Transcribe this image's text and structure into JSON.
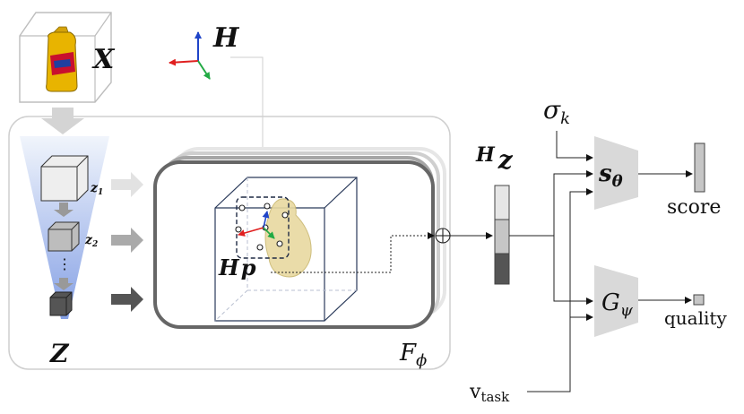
{
  "labels": {
    "x": "X",
    "h": "H",
    "z_big": "Z",
    "z1": "z",
    "z1_sub": "1",
    "z2": "z",
    "z2_sub": "2",
    "z_dots": "⋮",
    "hp_h": "H",
    "hp_p": "p",
    "f_phi": "F",
    "f_phi_sub": "ϕ",
    "hz_h": "H",
    "hz_z": "z",
    "sigma": "σ",
    "sigma_sub": "k",
    "s_theta": "s",
    "s_theta_sub": "θ",
    "g_psi": "G",
    "g_psi_sub": "ψ",
    "score": "score",
    "quality": "quality",
    "v_task": "v",
    "v_task_sub": "task",
    "circle_plus": "⊕"
  },
  "colors": {
    "ink": "#111111",
    "panel_border": "#cfcfcf",
    "block_gray": "#d9d9d9",
    "arrow_gray": "#bdbdbd",
    "axis_red": "#e02020",
    "axis_green": "#22aa44",
    "axis_blue": "#1f44c8",
    "object_yellow": "#e8d9a0"
  },
  "icons": {
    "mustard": "mustard-bottle-icon",
    "axes": "coordinate-axes-icon"
  }
}
